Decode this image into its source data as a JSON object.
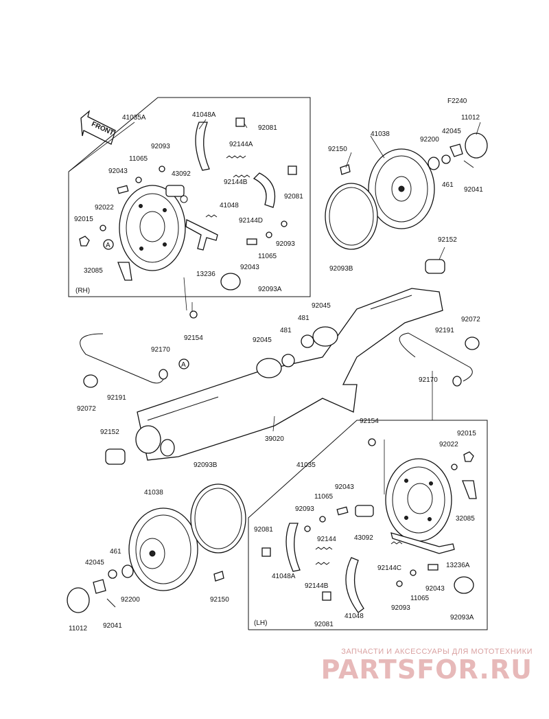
{
  "diagram_code": "F2240",
  "front_label": "FRONT",
  "rh_label": "(RH)",
  "lh_label": "(LH)",
  "callout": "A",
  "labels": {
    "l41035A": "41035A",
    "l41048A_top": "41048A",
    "l92081_t1": "92081",
    "l92144A": "92144A",
    "l92093_t1": "92093",
    "l11065_t1": "11065",
    "l92043_t1": "92043",
    "l43092_t": "43092",
    "l92144B_t": "92144B",
    "l92081_t2": "92081",
    "l41048_t": "41048",
    "l92022_t": "92022",
    "l92015_t": "92015",
    "l92144D": "92144D",
    "l92093_t2": "92093",
    "l11065_t2": "11065",
    "l92043_t2": "92043",
    "l13236": "13236",
    "l32085_t": "32085",
    "l92093A_t": "92093A",
    "l92154_t": "92154",
    "l41038_t": "41038",
    "l92150_t": "92150",
    "l92200_t": "92200",
    "l42045_t": "42045",
    "l11012_t": "11012",
    "l461_t": "461",
    "l92041_t": "92041",
    "l92093B_t": "92093B",
    "l92152_t": "92152",
    "l92045_a": "92045",
    "l481_a": "481",
    "l481_b": "481",
    "l92045_b": "92045",
    "l92072_r": "92072",
    "l92191_r": "92191",
    "l92170_r": "92170",
    "l92170_l": "92170",
    "l92191_l": "92191",
    "l92072_l": "92072",
    "l92152_l": "92152",
    "l39020": "39020",
    "l92154_b": "92154",
    "l92015_b": "92015",
    "l92022_b": "92022",
    "l32085_b": "32085",
    "l41035": "41035",
    "l92093B_b": "92093B",
    "l41038_b": "41038",
    "l92043_b1": "92043",
    "l11065_b1": "11065",
    "l92093_b1": "92093",
    "l43092_b": "43092",
    "l92081_b1": "92081",
    "l92144": "92144",
    "l41048A_b": "41048A",
    "l92144C": "92144C",
    "l13236A": "13236A",
    "l92144B_b": "92144B",
    "l92043_b2": "92043",
    "l11065_b2": "11065",
    "l92093_b2": "92093",
    "l41048_b": "41048",
    "l92081_b2": "92081",
    "l92093A_b": "92093A",
    "l461_b": "461",
    "l42045_b": "42045",
    "l92200_b": "92200",
    "l11012_b": "11012",
    "l92041_b": "92041",
    "l92150_b": "92150"
  },
  "watermark": {
    "caption": "ЗАПЧАСТИ И АКСЕССУАРЫ ДЛЯ МОТОТЕХНИКИ",
    "logo": "PARTSFOR.RU"
  },
  "colors": {
    "line": "#111111",
    "watermark": "#e7b9b9"
  }
}
